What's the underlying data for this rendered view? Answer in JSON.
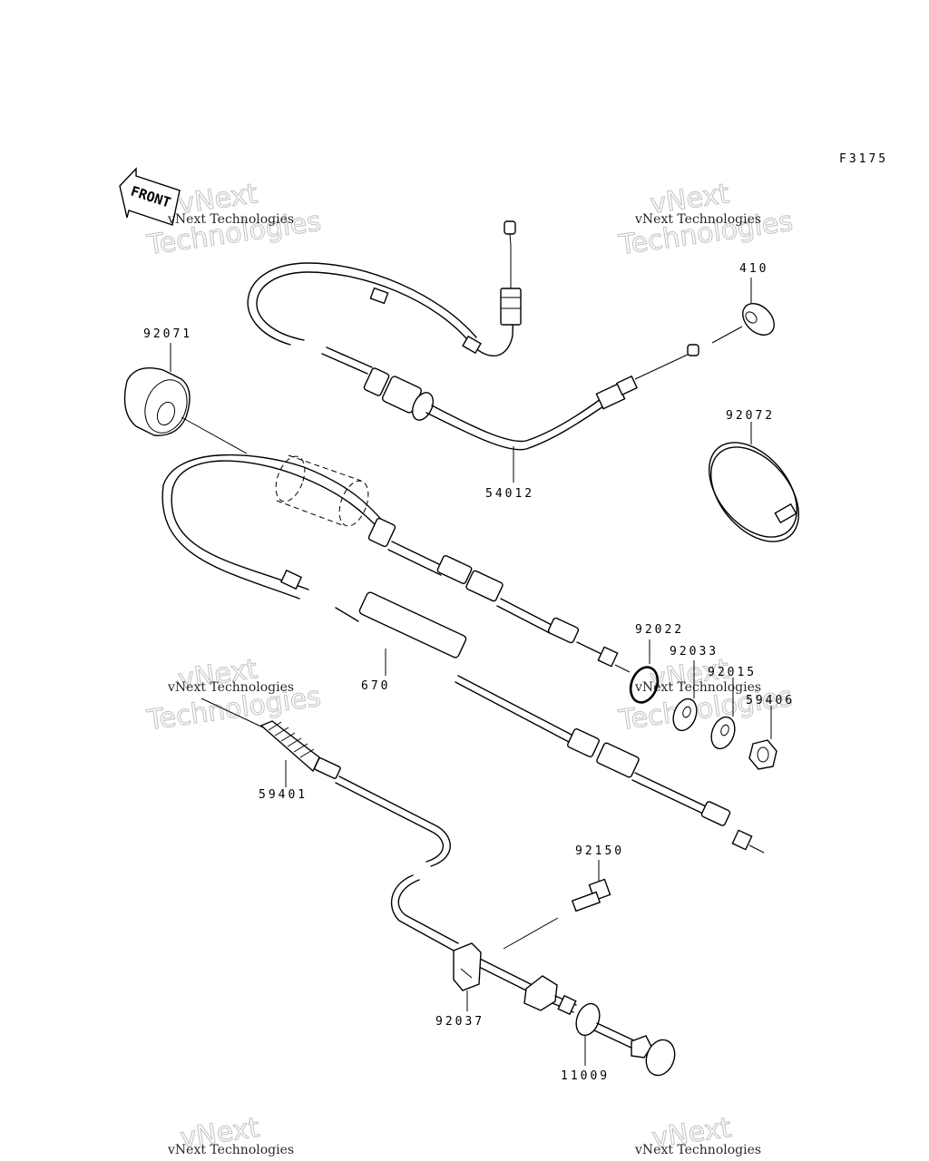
{
  "figure_code": "F3175",
  "front_marker": "FRONT",
  "watermark": {
    "line1": "vNext Technologies",
    "line2": "vNext",
    "line3": "Technologies"
  },
  "parts": [
    {
      "id": "p410",
      "number": "410"
    },
    {
      "id": "p92071",
      "number": "92071"
    },
    {
      "id": "p92072",
      "number": "92072"
    },
    {
      "id": "p54012",
      "number": "54012"
    },
    {
      "id": "p670",
      "number": "670"
    },
    {
      "id": "p92022",
      "number": "92022"
    },
    {
      "id": "p92033",
      "number": "92033"
    },
    {
      "id": "p92015",
      "number": "92015"
    },
    {
      "id": "p59406",
      "number": "59406"
    },
    {
      "id": "p59401",
      "number": "59401"
    },
    {
      "id": "p92150",
      "number": "92150"
    },
    {
      "id": "p92037",
      "number": "92037"
    },
    {
      "id": "p11009",
      "number": "11009"
    }
  ]
}
